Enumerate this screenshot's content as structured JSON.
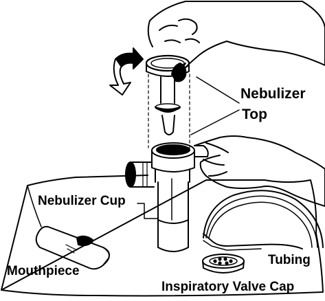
{
  "labels": {
    "nebulizer_top_line1": "Nebulizer",
    "nebulizer_top_line2": "Top",
    "nebulizer_cup": "Nebulizer Cup",
    "mouthpiece": "Mouthpiece",
    "tubing": "Tubing",
    "inspiratory_valve_cap": "Inspiratory Valve Cap"
  },
  "colors": {
    "ink": "#000000",
    "background": "#ffffff"
  },
  "icons": [
    "rotate-arrow-icon"
  ]
}
